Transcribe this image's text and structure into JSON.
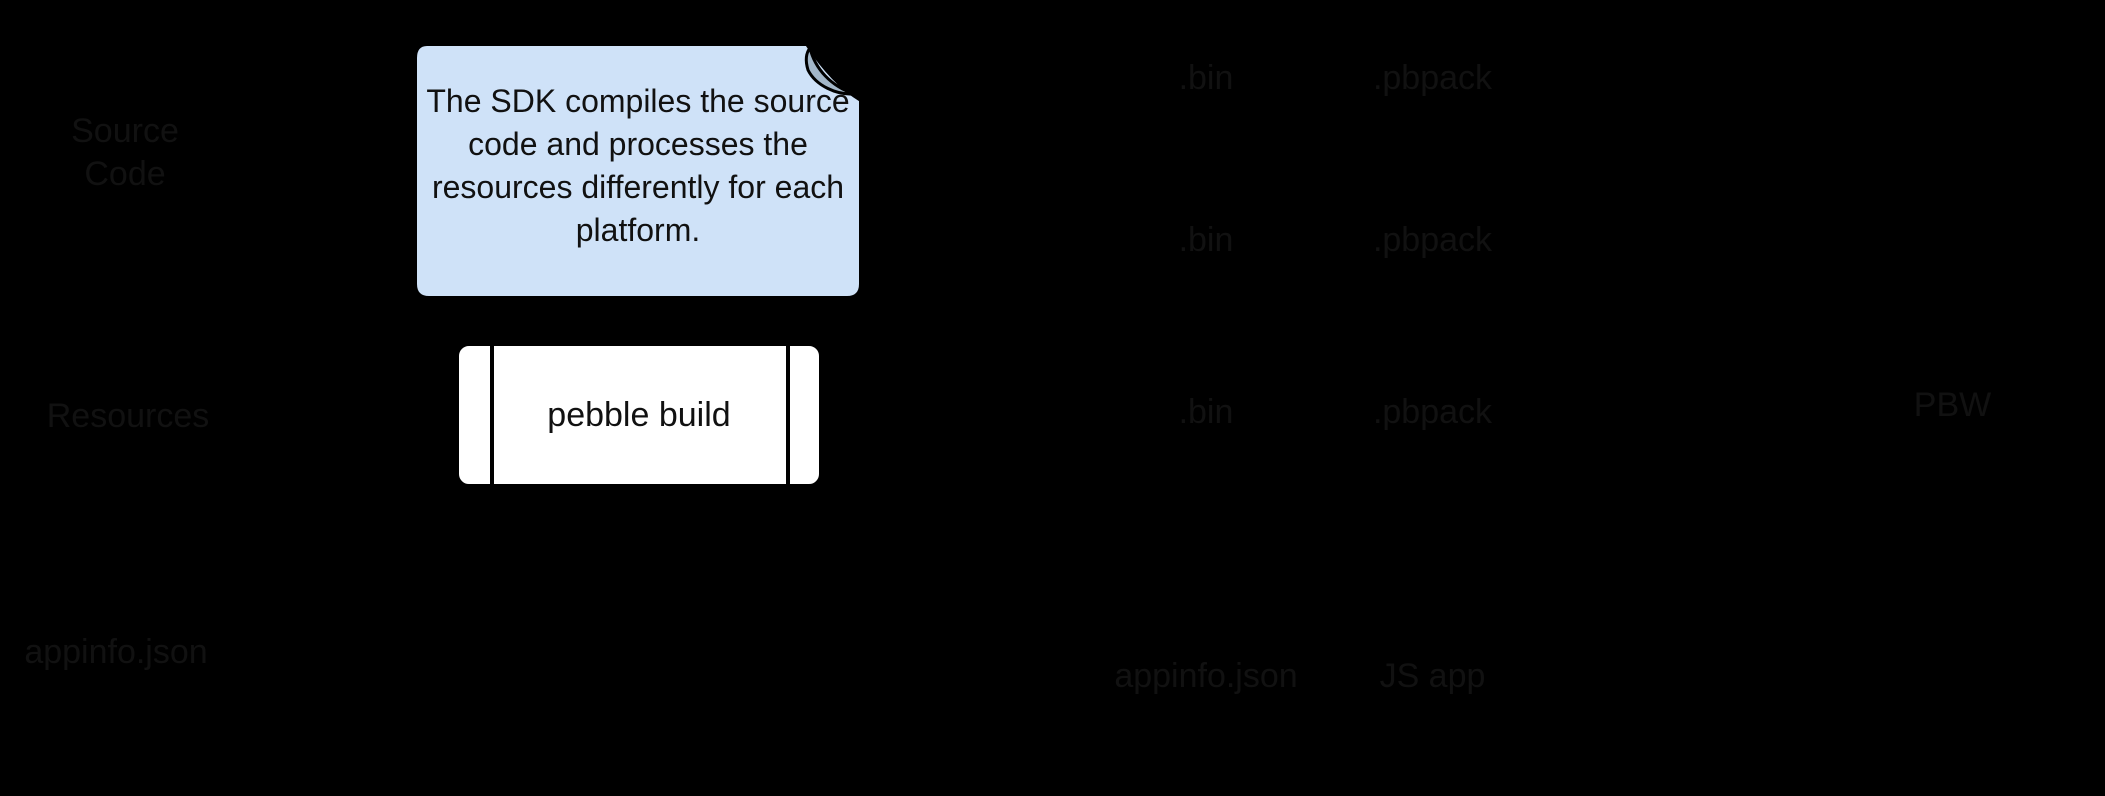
{
  "colors": {
    "background": "#000000",
    "document_fill": "#ffffff",
    "outline": "#000000",
    "note_fill": "#cfe2f8",
    "note_fold": "#a3b7c9",
    "label_text": "#111111"
  },
  "inputs": [
    {
      "label": "Source Code"
    },
    {
      "label": "Resources"
    },
    {
      "label": "appinfo.json"
    }
  ],
  "note": {
    "text": "The SDK compiles the source code and processes the resources differently for each platform."
  },
  "process": {
    "label": "pebble build"
  },
  "platform_outputs": [
    {
      "binary": ".bin",
      "resource_pack": ".pbpack"
    },
    {
      "binary": ".bin",
      "resource_pack": ".pbpack"
    },
    {
      "binary": ".bin",
      "resource_pack": ".pbpack"
    }
  ],
  "js_outputs": {
    "manifest": "appinfo.json",
    "app": "JS app"
  },
  "package": {
    "label": "PBW"
  }
}
